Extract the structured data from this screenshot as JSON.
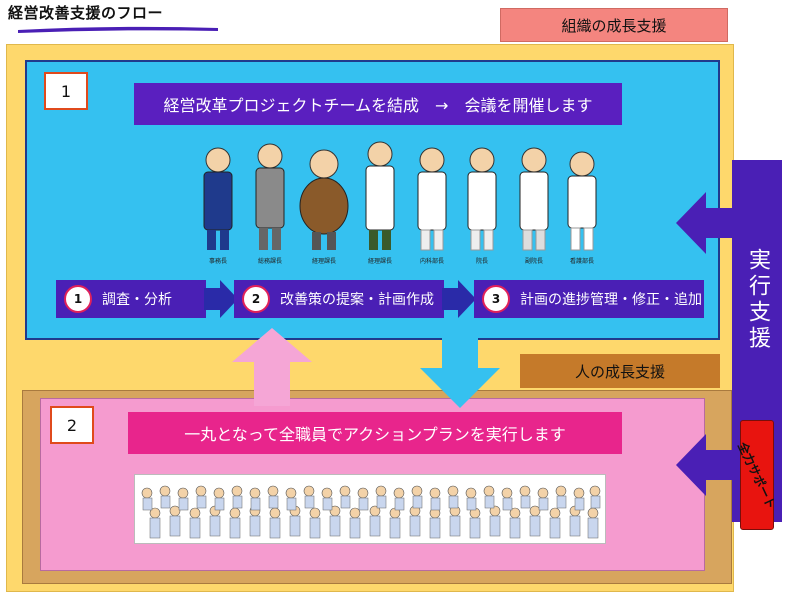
{
  "header": {
    "title": "経営改善支援のフロー"
  },
  "tags": {
    "organization": "組織の成長支援",
    "person": "人の成長支援"
  },
  "panel1": {
    "number": "1",
    "banner": "経営改革プロジェクトチームを結成　→　会議を開催します",
    "people": [
      "事務長",
      "総務課長",
      "経理課長",
      "経理課長",
      "内科部長",
      "院長",
      "副院長",
      "看護部長"
    ],
    "steps": [
      {
        "num": "1",
        "label": "調査・分析"
      },
      {
        "num": "2",
        "label": "改善策の提案・計画作成"
      },
      {
        "num": "3",
        "label": "計画の進捗管理・修正・追加"
      }
    ]
  },
  "panel2": {
    "number": "2",
    "banner": "一丸となって全職員でアクションプランを実行します"
  },
  "side": {
    "label": "実行支援",
    "support": "全力サポート"
  },
  "colors": {
    "purple": "#4a1fb5",
    "cyan": "#35c1f0",
    "pink": "#f59bcf",
    "magenta": "#e8258c",
    "yellow": "#fed86c"
  }
}
